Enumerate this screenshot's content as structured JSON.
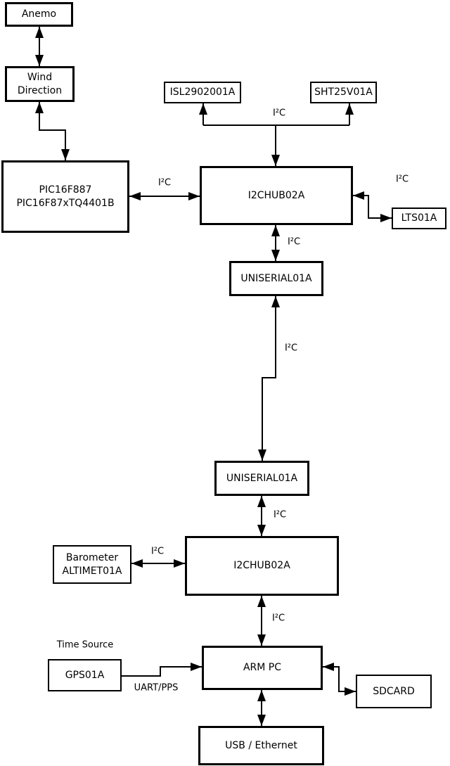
{
  "diagram": {
    "background_color": "#ffffff",
    "line_color": "#000000",
    "nodes": {
      "anemo": {
        "label": "Anemo"
      },
      "wind_direction": {
        "label1": "Wind",
        "label2": "Direction"
      },
      "pic": {
        "label1": "PIC16F887",
        "label2": "PIC16F87xTQ4401B"
      },
      "isl": {
        "label": "ISL2902001A"
      },
      "sht": {
        "label": "SHT25V01A"
      },
      "i2c_hub_top": {
        "label": "I2CHUB02A"
      },
      "lts": {
        "label": "LTS01A"
      },
      "uniserial_top": {
        "label": "UNISERIAL01A"
      },
      "uniserial_bottom": {
        "label": "UNISERIAL01A"
      },
      "i2c_hub_bottom": {
        "label": "I2CHUB02A"
      },
      "barometer": {
        "label1": "Barometer",
        "label2": "ALTIMET01A"
      },
      "arm_pc": {
        "label": "ARM PC"
      },
      "gps": {
        "label": "GPS01A"
      },
      "sdcard": {
        "label": "SDCARD"
      },
      "usb_ethernet": {
        "label": "USB / Ethernet"
      }
    },
    "edge_labels": {
      "i2c": "I²C",
      "uart_pps": "UART/PPS",
      "time_source": "Time Source"
    }
  }
}
